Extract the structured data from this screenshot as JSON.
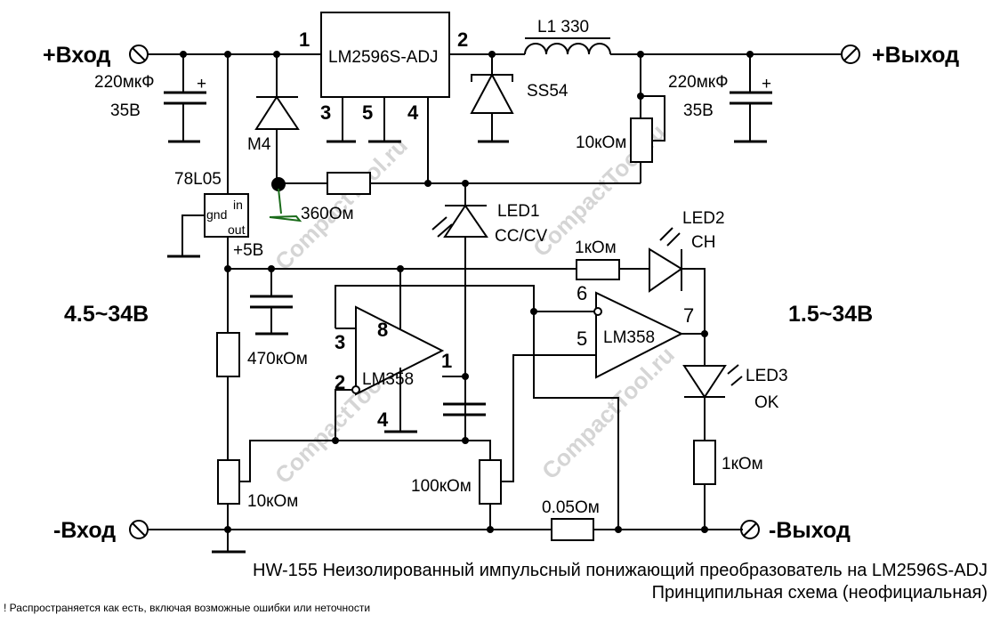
{
  "terminals": {
    "input_plus": "+Вход",
    "input_minus": "-Вход",
    "output_plus": "+Выход",
    "output_minus": "-Выход"
  },
  "voltage_ranges": {
    "input": "4.5~34В",
    "output": "1.5~34В"
  },
  "components": {
    "regulator": {
      "name": "LM2596S-ADJ",
      "pins": [
        "1",
        "2",
        "3",
        "5",
        "4"
      ]
    },
    "inductor": "L1 330",
    "schottky": "SS54",
    "diode_m4": "M4",
    "cap_in_value": "220мкФ",
    "cap_in_voltage": "35В",
    "cap_out_value": "220мкФ",
    "cap_out_voltage": "35В",
    "pot_fb": "10кОм",
    "res_360": "360Ом",
    "ldo": {
      "name": "78L05",
      "pin_in": "in",
      "pin_gnd": "gnd",
      "pin_out": "out",
      "out_label": "+5В"
    },
    "led1": {
      "name": "LED1",
      "function": "CC/CV"
    },
    "led2": {
      "name": "LED2",
      "function": "CH"
    },
    "led3": {
      "name": "LED3",
      "function": "OK"
    },
    "res_led2": "1кОм",
    "res_led3": "1кОм",
    "res_470k": "470кОм",
    "pot_10k": "10кОм",
    "pot_100k": "100кОм",
    "shunt": "0.05Ом",
    "opamp_a": {
      "name": "LM358",
      "pins": [
        "3",
        "8",
        "2",
        "4",
        "1"
      ]
    },
    "opamp_b": {
      "name": "LM358",
      "pins": [
        "6",
        "5",
        "7"
      ]
    }
  },
  "watermark": "CompactTool.ru",
  "title_line1": "HW-155 Неизолированный импульсный понижающий преобразователь на LM2596S-ADJ",
  "title_line2": "Принципильная схема (неофициальная)",
  "disclaimer": "! Распространяется как есть, включая возможные ошибки или неточности"
}
